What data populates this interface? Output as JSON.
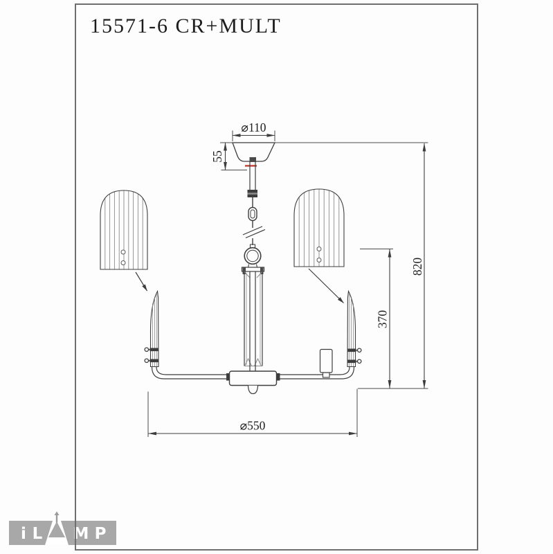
{
  "drawing": {
    "title": "15571-6 CR+MULT",
    "dimensions": {
      "canopy_diameter": "⌀110",
      "canopy_height": "55",
      "overall_height": "820",
      "body_height": "370",
      "span_diameter": "⌀550"
    },
    "colors": {
      "line": "#3d3d3d",
      "accent_red": "#c0392b",
      "frame": "#6f6f6f"
    }
  },
  "logo": {
    "brand": "iLAMP",
    "letters": [
      "i",
      "L",
      "M",
      "P"
    ],
    "colors": {
      "background": "#a8a8a8",
      "text": "#ffffff"
    }
  }
}
